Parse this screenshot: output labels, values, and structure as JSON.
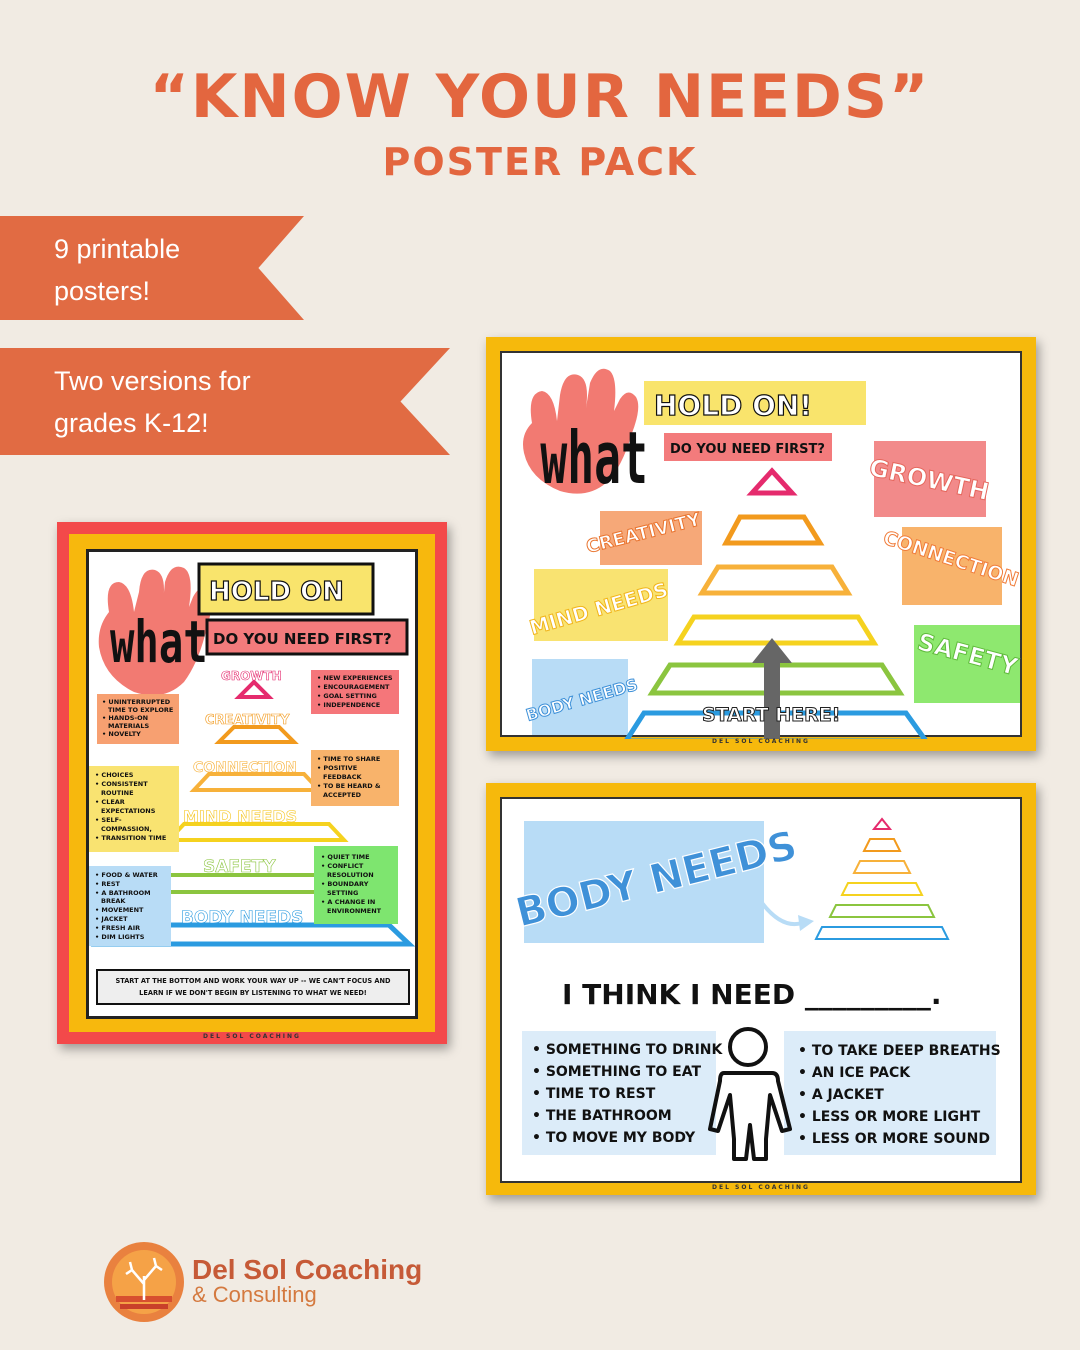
{
  "header": {
    "title": "“KNOW YOUR NEEDS”",
    "subtitle": "POSTER PACK"
  },
  "banners": [
    {
      "line1": "9 printable",
      "line2": "posters!"
    },
    {
      "line1": "Two versions for",
      "line2": "grades K-12!"
    }
  ],
  "poster_large": {
    "what": "what",
    "hold": "HOLD ON",
    "question": "DO YOU NEED FIRST?",
    "levels": [
      "GROWTH",
      "CREATIVITY",
      "CONNECTION",
      "MIND NEEDS",
      "SAFETY",
      "BODY NEEDS"
    ],
    "notes_right": [
      [
        "• NEW EXPERIENCES",
        "• ENCOURAGEMENT",
        "• GOAL SETTING",
        "• INDEPENDENCE"
      ],
      [
        "• TIME TO SHARE",
        "• POSITIVE",
        "  FEEDBACK",
        "• TO BE HEARD &",
        "  ACCEPTED"
      ],
      [
        "• QUIET TIME",
        "• CONFLICT",
        "  RESOLUTION",
        "• BOUNDARY",
        "  SETTING",
        "• A CHANGE IN",
        "  ENVIRONMENT"
      ]
    ],
    "notes_left": [
      [
        "• UNINTERRUPTED",
        "  TIME TO EXPLORE",
        "• HANDS-ON",
        "  MATERIALS",
        "• NOVELTY"
      ],
      [
        "• CHOICES",
        "• CONSISTENT",
        "  ROUTINE",
        "• CLEAR",
        "  EXPECTATIONS",
        "• SELF-",
        "  COMPASSION,",
        "• TRANSITION TIME"
      ],
      [
        "• FOOD & WATER",
        "• REST",
        "• A BATHROOM",
        "  BREAK",
        "• MOVEMENT",
        "• JACKET",
        "• FRESH AIR",
        "• DIM LIGHTS"
      ]
    ],
    "footer_note_1": "START AT THE BOTTOM AND WORK YOUR WAY UP -- WE CAN'T FOCUS AND",
    "footer_note_2": "LEARN IF WE DON'T BEGIN BY LISTENING TO WHAT WE NEED!",
    "brand": "DEL SOL COACHING"
  },
  "poster_top": {
    "what": "what",
    "hold": "HOLD ON!",
    "question": "DO YOU NEED FIRST?",
    "labels": [
      "GROWTH",
      "CREATIVITY",
      "CONNECTION",
      "MIND NEEDS",
      "SAFETY",
      "BODY NEEDS"
    ],
    "start": "START HERE!",
    "brand": "DEL SOL COACHING"
  },
  "poster_bottom": {
    "heading": "BODY NEEDS",
    "prompt": "I THINK I NEED _________.",
    "left_list": [
      "• SOMETHING TO DRINK",
      "• SOMETHING TO EAT",
      "• TIME TO REST",
      "• THE BATHROOM",
      "• TO MOVE MY BODY"
    ],
    "right_list": [
      "• TO TAKE DEEP BREATHS",
      "• AN ICE PACK",
      "• A JACKET",
      "• LESS OR MORE LIGHT",
      "• LESS OR MORE SOUND"
    ],
    "brand": "DEL SOL COACHING"
  },
  "logo": {
    "name": "Del Sol Coaching",
    "sub": "& Consulting"
  },
  "colors": {
    "accent": "#e3663f",
    "poster_yellow": "#f6b90c",
    "poster_red": "#f3494a",
    "background": "#f1ebe3"
  }
}
